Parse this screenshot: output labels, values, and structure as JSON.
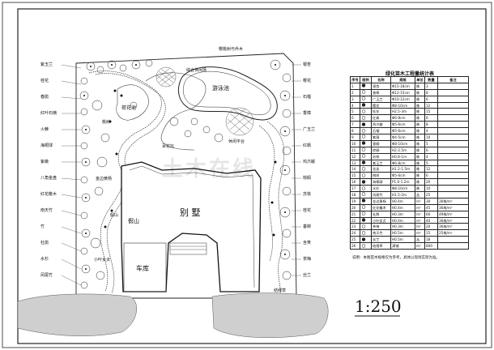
{
  "plan": {
    "villa": "别  墅",
    "pool": "游泳池",
    "garage": "车库",
    "rockery": "假山",
    "hill": "假山",
    "lotus_pond": "荷花池",
    "scale": "1:250",
    "watermark": "土木在线"
  },
  "labels": {
    "top": [
      "樱桃树与乔木",
      "综合休闲场",
      "百花坛",
      "休闲平台"
    ],
    "left": [
      "紫玉兰",
      "桂花",
      "春鹃",
      "红叶石楠",
      "火棘",
      "海桐球",
      "紫薇",
      "八角金盘",
      "红花檵木",
      "南天竹",
      "竹",
      "杜鹃",
      "水杉",
      "凤尾竹",
      "桃树",
      "金边黄杨",
      "小叶女贞"
    ],
    "right": [
      "银杏",
      "樱花",
      "石榴",
      "香樟",
      "广玉兰",
      "红枫",
      "鸡爪槭",
      "棕榈",
      "苏铁",
      "桂花",
      "垂柳",
      "含笑",
      "茶梅",
      "丝兰",
      "结缕草"
    ]
  },
  "legend": {
    "title": "绿化苗木工程量统计表",
    "headers": [
      "序号",
      "图例",
      "名称",
      "规格",
      "单位",
      "数量",
      "备注"
    ],
    "rows": [
      [
        "1",
        "",
        "银杏",
        "Φ15-18cm",
        "株",
        "3",
        ""
      ],
      [
        "2",
        "",
        "香樟",
        "Φ12-15cm",
        "株",
        "8",
        ""
      ],
      [
        "3",
        "",
        "广玉兰",
        "Φ10-12cm",
        "株",
        "6",
        ""
      ],
      [
        "4",
        "",
        "樱花",
        "Φ8-10cm",
        "株",
        "12",
        ""
      ],
      [
        "5",
        "",
        "桂花",
        "H2.5-3m",
        "株",
        "15",
        ""
      ],
      [
        "6",
        "",
        "红枫",
        "Φ6-8cm",
        "株",
        "6",
        ""
      ],
      [
        "7",
        "",
        "鸡爪槭",
        "Φ5-6cm",
        "株",
        "8",
        ""
      ],
      [
        "8",
        "",
        "石榴",
        "Φ5-6cm",
        "株",
        "4",
        ""
      ],
      [
        "9",
        "",
        "紫薇",
        "Φ4-5cm",
        "株",
        "10",
        ""
      ],
      [
        "10",
        "",
        "垂柳",
        "Φ8-10cm",
        "株",
        "5",
        ""
      ],
      [
        "11",
        "",
        "棕榈",
        "H2-2.5m",
        "株",
        "6",
        ""
      ],
      [
        "12",
        "",
        "苏铁",
        "H0.8-1m",
        "株",
        "4",
        ""
      ],
      [
        "13",
        "",
        "紫玉兰",
        "Φ6-8cm",
        "株",
        "5",
        ""
      ],
      [
        "14",
        "",
        "含笑",
        "H1.2-1.5m",
        "株",
        "12",
        ""
      ],
      [
        "15",
        "",
        "桃树",
        "Φ5-6cm",
        "株",
        "6",
        ""
      ],
      [
        "16",
        "",
        "海桐球",
        "P1.0-1.2m",
        "株",
        "20",
        ""
      ],
      [
        "17",
        "",
        "水杉",
        "Φ8-10cm",
        "株",
        "10",
        ""
      ],
      [
        "18",
        "",
        "凤尾竹",
        "H1.5-2m",
        "丛",
        "25",
        ""
      ],
      [
        "19",
        "",
        "金边黄杨",
        "H0.4m",
        "m²",
        "30",
        "36株/m²"
      ],
      [
        "20",
        "",
        "红花檵木",
        "H0.4m",
        "m²",
        "45",
        "36株/m²"
      ],
      [
        "21",
        "",
        "杜鹃",
        "H0.3m",
        "m²",
        "60",
        "49株/m²"
      ],
      [
        "22",
        "",
        "小叶女贞",
        "H0.4m",
        "m²",
        "40",
        "36株/m²"
      ],
      [
        "23",
        "",
        "茶梅",
        "H0.3m",
        "m²",
        "20",
        "36株/m²"
      ],
      [
        "24",
        "",
        "南天竹",
        "H0.5m",
        "m²",
        "15",
        "25株/m²"
      ],
      [
        "25",
        "",
        "丝兰",
        "H0.5m",
        "丛",
        "18",
        ""
      ],
      [
        "26",
        "",
        "结缕草",
        "满铺",
        "m²",
        "800",
        ""
      ]
    ]
  },
  "note": "说明：本图苗木规格仅为参考，具体以现场实际为准。"
}
